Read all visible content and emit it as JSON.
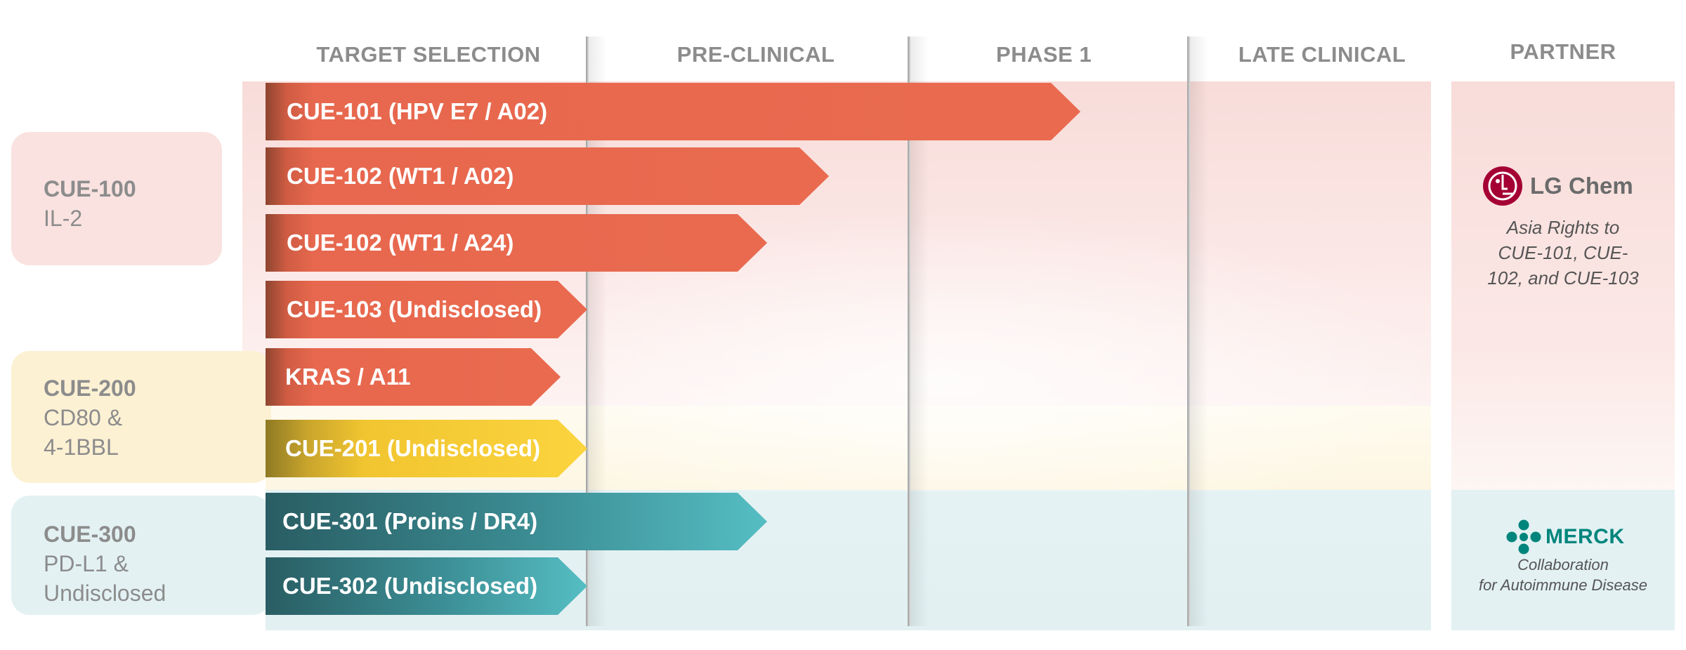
{
  "columns": [
    "TARGET SELECTION",
    "PRE-CLINICAL",
    "PHASE 1",
    "LATE CLINICAL",
    "PARTNER"
  ],
  "groups": [
    {
      "name": "CUE-100",
      "subtitle_lines": [
        "IL-2"
      ],
      "color": "#f9e2e0"
    },
    {
      "name": "CUE-200",
      "subtitle_lines": [
        "CD80 &",
        "4-1BBL"
      ],
      "color": "#fdf1d4"
    },
    {
      "name": "CUE-300",
      "subtitle_lines": [
        "PD-L1 &",
        "Undisclosed"
      ],
      "color": "#e3f1f3"
    }
  ],
  "programs": [
    {
      "label": "CUE-101 (HPV E7 / A02)",
      "group": "CUE-100",
      "color": "#e96a4f"
    },
    {
      "label": "CUE-102 (WT1 / A02)",
      "group": "CUE-100",
      "color": "#e96a4f"
    },
    {
      "label": "CUE-102 (WT1 / A24)",
      "group": "CUE-100",
      "color": "#e96a4f"
    },
    {
      "label": "CUE-103 (Undisclosed)",
      "group": "CUE-100",
      "color": "#e96a4f"
    },
    {
      "label": "KRAS / A11",
      "group": "CUE-100",
      "color": "#e96a4f"
    },
    {
      "label": "CUE-201 (Undisclosed)",
      "group": "CUE-200",
      "color": "#fbd43e"
    },
    {
      "label": "CUE-301 (Proins / DR4)",
      "group": "CUE-300",
      "color": "#55bec3"
    },
    {
      "label": "CUE-302 (Undisclosed)",
      "group": "CUE-300",
      "color": "#55bec3"
    }
  ],
  "partners": {
    "lg": {
      "logo_text": "LG Chem",
      "description_lines": [
        "Asia Rights to",
        "CUE-101, CUE-",
        "102, and CUE-103"
      ],
      "brand_color": "#a50034"
    },
    "merck": {
      "logo_text": "MERCK",
      "description_lines": [
        "Collaboration",
        "for Autoimmune Disease"
      ],
      "brand_color": "#00857c"
    }
  }
}
